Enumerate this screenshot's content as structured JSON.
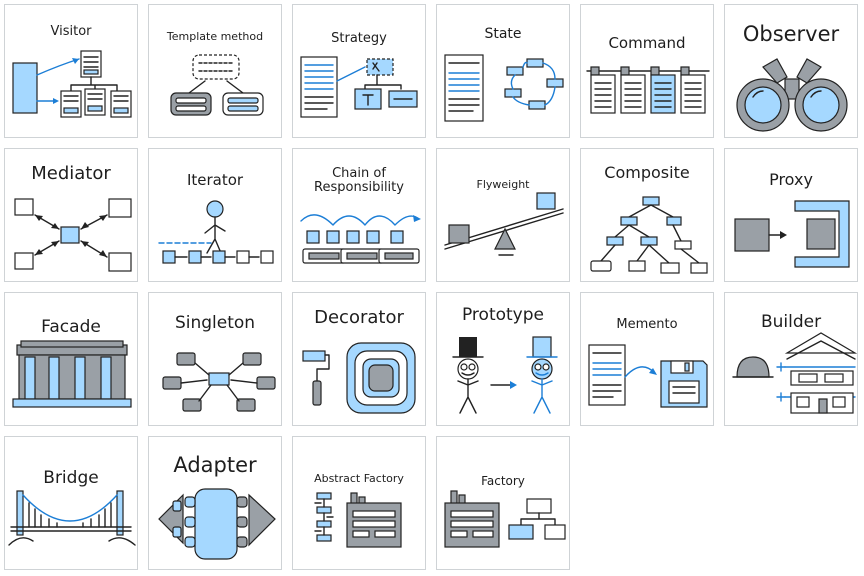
{
  "tiles": [
    {
      "label": "Visitor"
    },
    {
      "label": "Template method"
    },
    {
      "label": "Strategy"
    },
    {
      "label": "State"
    },
    {
      "label": "Command"
    },
    {
      "label": "Observer"
    },
    {
      "label": "Mediator"
    },
    {
      "label": "Iterator"
    },
    {
      "label": "Chain of Responsibility"
    },
    {
      "label": "Flyweight"
    },
    {
      "label": "Composite"
    },
    {
      "label": "Proxy"
    },
    {
      "label": "Facade"
    },
    {
      "label": "Singleton"
    },
    {
      "label": "Decorator"
    },
    {
      "label": "Prototype"
    },
    {
      "label": "Memento"
    },
    {
      "label": "Builder"
    },
    {
      "label": "Bridge"
    },
    {
      "label": "Adapter"
    },
    {
      "label": "Abstract Factory"
    },
    {
      "label": "Factory"
    }
  ],
  "colors": {
    "accent_fill": "#a5d8ff",
    "accent_stroke": "#1c7ed6",
    "gray": "#9aa0a6",
    "ink": "#222222"
  }
}
